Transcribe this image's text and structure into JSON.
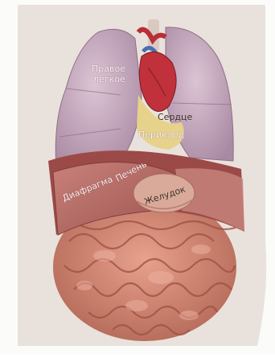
{
  "labels": {
    "right_lung_line1": "Правое",
    "right_lung_line2": "легкое",
    "heart": "Сердце",
    "pericardium": "Перикард",
    "diaphragm": "Диафрагма",
    "liver": "Печень",
    "stomach": "Желудок"
  },
  "colors": {
    "background": "#fbfbf9",
    "card": "#e9e2dc",
    "lung": "#cbaec2",
    "lung_shadow": "#a98aa3",
    "heart": "#c0313c",
    "liver": "#b66a66",
    "diaphragm": "#9c4a47",
    "stomach": "#d9a99a",
    "intestine": "#d48a76",
    "intestine_dark": "#a9574a",
    "pericardium": "#e6d28a"
  }
}
